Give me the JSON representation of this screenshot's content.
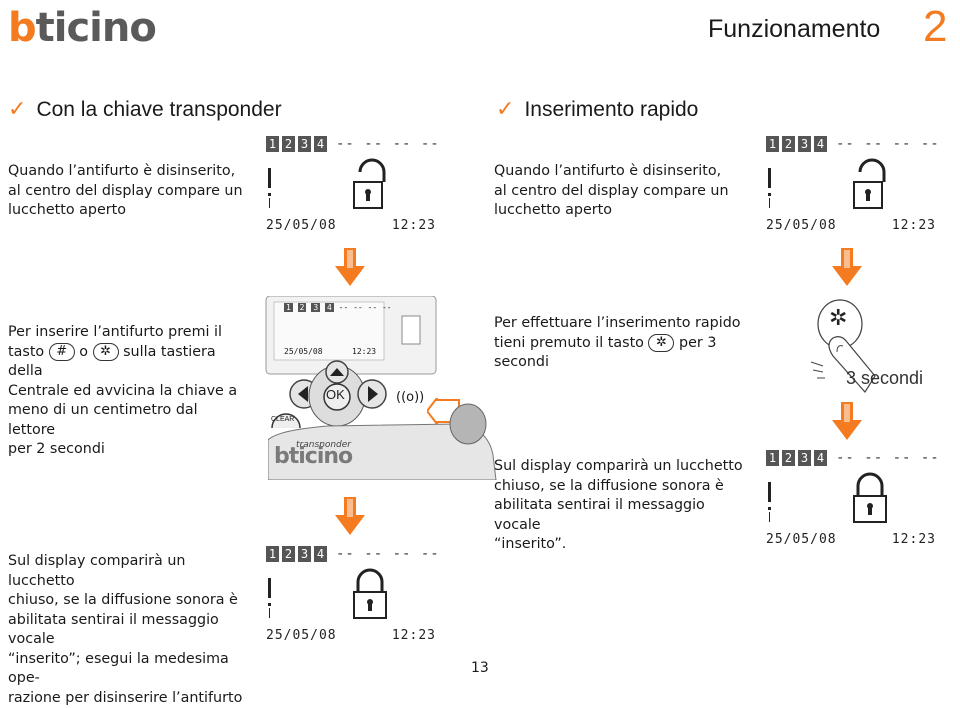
{
  "header": {
    "logo_b": "b",
    "logo_rest": "ticino",
    "title": "Funzionamento",
    "chapter": "2"
  },
  "left": {
    "section_title": "Con la chiave transponder",
    "p1": [
      "Quando l’antifurto è disinserito,",
      "al centro del display compare un",
      "lucchetto aperto"
    ],
    "p2_line1_a": "Per inserire l’antifurto premi il",
    "p2_line2_a": "tasto",
    "p2_line2_b": "o",
    "p2_line2_c": "sulla tastiera della",
    "p2_rest": [
      "Centrale ed avvicina la chiave a",
      "meno di un centimetro dal lettore",
      "per 2 secondi"
    ],
    "p3": [
      "Sul display comparirà un lucchetto",
      "chiuso, se la diffusione sonora è",
      "abilitata sentirai il messaggio vocale",
      "“inserito”; esegui la medesima ope-",
      "razione per disinserire l’antifurto"
    ]
  },
  "right": {
    "section_title": "Inserimento rapido",
    "p1": [
      "Quando l’antifurto è disinserito,",
      "al centro del display compare un",
      "lucchetto aperto"
    ],
    "p2_line1": "Per effettuare l’inserimento rapido",
    "p2_line2_a": "tieni premuto il tasto",
    "p2_line2_b": "per 3",
    "p2_line3": "secondi",
    "seconds_label": "3 secondi",
    "p3": [
      "Sul display comparirà un lucchetto",
      "chiuso, se la diffusione sonora è",
      "abilitata sentirai il messaggio vocale",
      "“inserito”."
    ]
  },
  "display": {
    "zones": [
      "1",
      "2",
      "3",
      "4"
    ],
    "dashes": "-- -- -- --",
    "date": "25/05/08",
    "time": "12:23"
  },
  "keypad": {
    "ok_label": "OK",
    "clear_label": "CLEAR",
    "mini_date": "25/05/08",
    "mini_time": "12:23"
  },
  "transponder": {
    "label": "transponder",
    "brand": "bticino"
  },
  "keys": {
    "hash": "#",
    "star": "✲"
  },
  "icons": {
    "checkmark": "check-icon",
    "arrow": "arrow-down-icon",
    "lock_open": "lock-open-icon",
    "lock_closed": "lock-closed-icon"
  },
  "colors": {
    "accent": "#f47b20",
    "text": "#1a1a1a"
  },
  "page_number": "13"
}
